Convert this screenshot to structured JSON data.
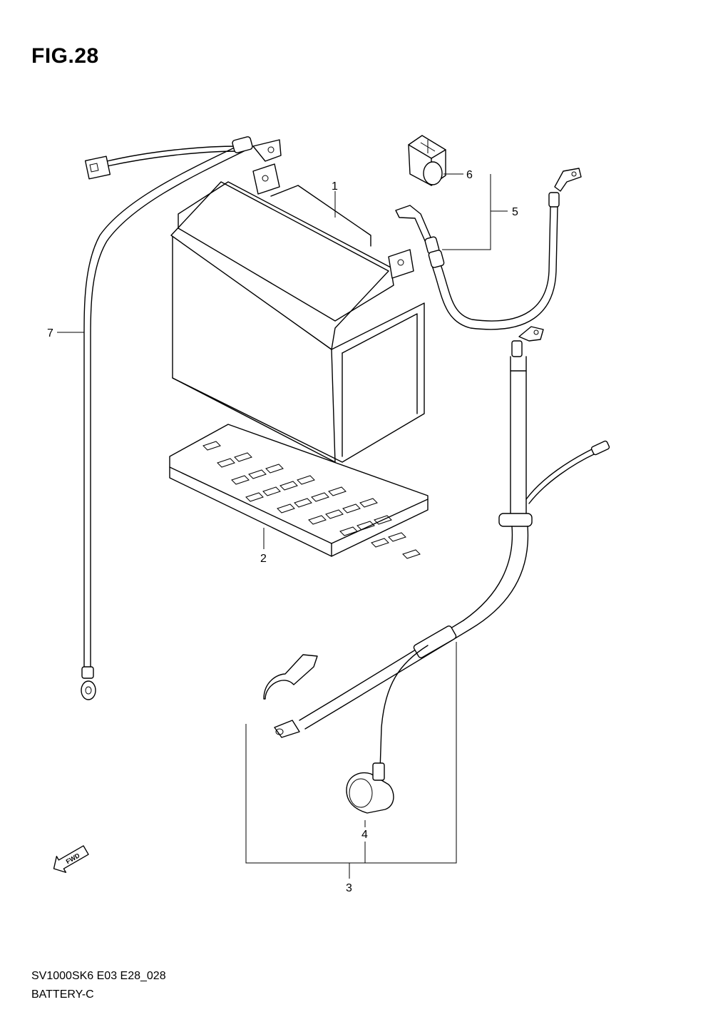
{
  "figure": {
    "title": "FIG.28",
    "model_code": "SV1000SK6 E03 E28_028",
    "section_name": "BATTERY-C",
    "fwd_label": "FWD"
  },
  "callouts": {
    "c1": "1",
    "c2": "2",
    "c3": "3",
    "c4": "4",
    "c5": "5",
    "c6": "6",
    "c7": "7"
  }
}
